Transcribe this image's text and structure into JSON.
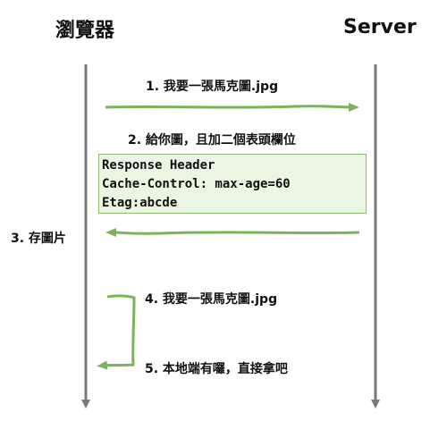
{
  "actors": {
    "browser": "瀏覽器",
    "server": "Server"
  },
  "messages": {
    "m1": "1. 我要一張馬克圖.jpg",
    "m2": "2. 給你圖，且加二個表頭欄位",
    "m3": "3. 存圖片",
    "m4": "4. 我要一張馬克圖.jpg",
    "m5": "5. 本地端有囉，直接拿吧"
  },
  "response_header": {
    "title": "Response Header",
    "cache_control": "Cache-Control: max-age=60",
    "etag": "Etag:abcde"
  },
  "colors": {
    "arrow_green": "#79b45a",
    "lifeline_gray": "#7a7a7a",
    "box_fill": "#eaf5e4"
  }
}
